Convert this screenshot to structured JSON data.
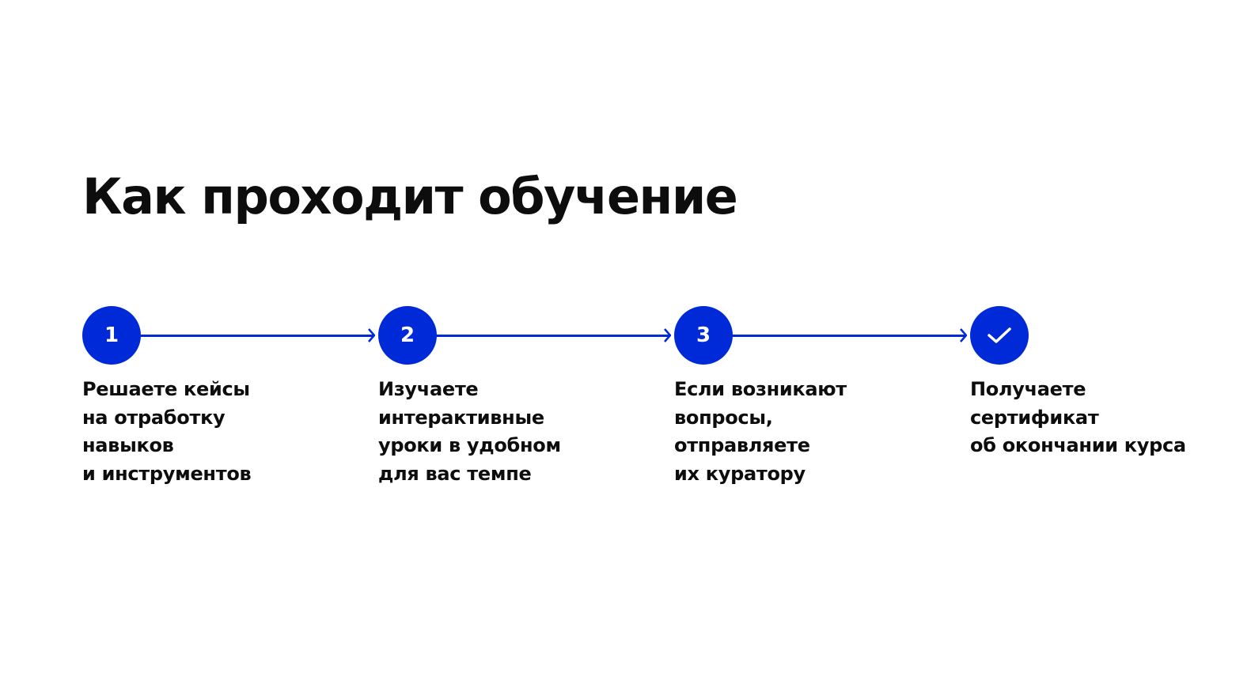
{
  "title": "Как проходит обучение",
  "accent_color": "#0029d8",
  "steps": [
    {
      "marker": "1",
      "lines": [
        "Решаете кейсы",
        "на отработку",
        "навыков",
        "и инструментов"
      ]
    },
    {
      "marker": "2",
      "lines": [
        "Изучаете",
        "интерактивные",
        "уроки в удобном",
        "для вас темпе"
      ]
    },
    {
      "marker": "3",
      "lines": [
        "Если возникают",
        "вопросы,",
        "отправляете",
        "их куратору"
      ]
    },
    {
      "marker": "check-icon",
      "lines": [
        "Получаете",
        "сертификат",
        "об окончании курса"
      ]
    }
  ]
}
